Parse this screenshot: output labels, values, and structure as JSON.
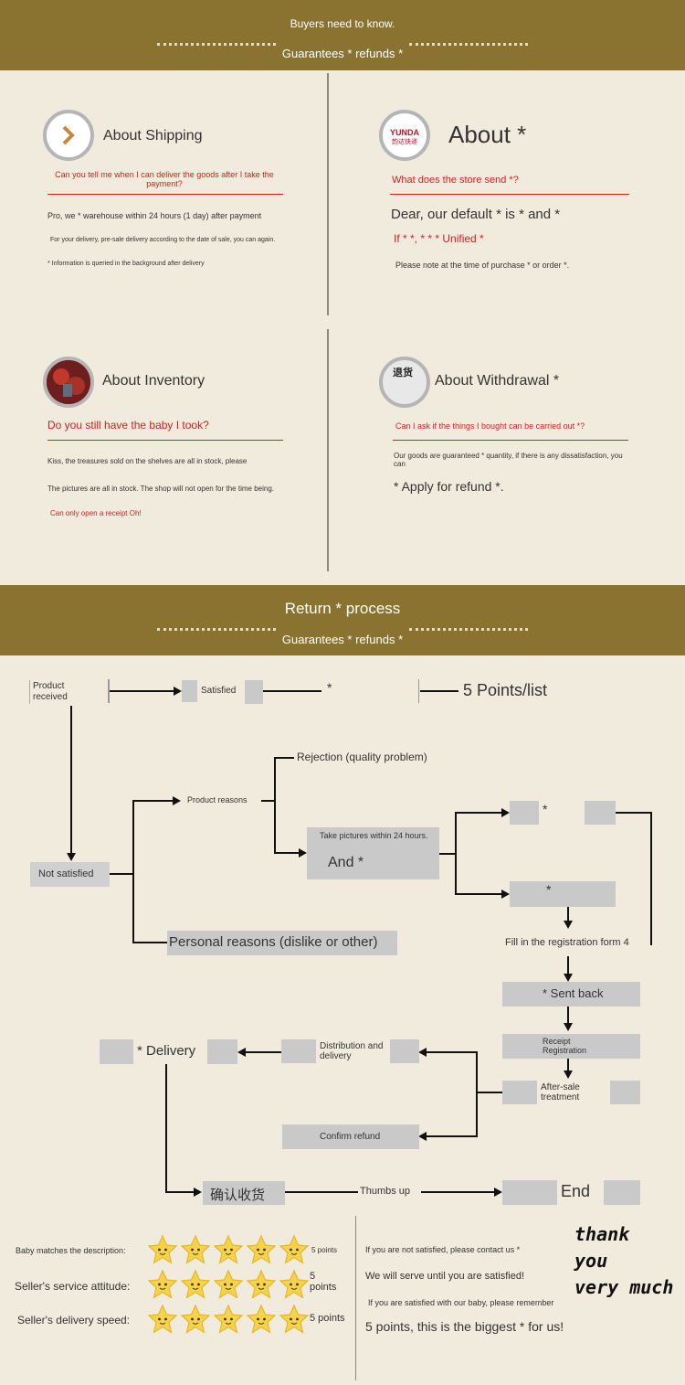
{
  "header": {
    "subtitle": "Buyers need to know.",
    "title": "Guarantees * refunds *"
  },
  "shipping": {
    "title": "About Shipping",
    "question": "Can you tell me when I can deliver the goods after I take the payment?",
    "line1": "Pro, we * warehouse within 24 hours (1 day) after payment",
    "line2": "For your delivery, pre-sale delivery according to the date of sale, you can again.",
    "line3": "* Information is queried in the background after delivery"
  },
  "express": {
    "logo_text1": "YUNDA",
    "logo_text2": "韵达快递",
    "title": "About *",
    "question": "What does the store send *?",
    "line1": "Dear, our default * is * and *",
    "line2": "If * *, * * * Unified *",
    "line3": "Please note at the time of purchase * or order *."
  },
  "inventory": {
    "title": "About Inventory",
    "question": "Do you still have the baby I took?",
    "line1": "Kiss, the treasures sold on the shelves are all in stock, please",
    "line2": "The pictures are all in stock. The shop will not open for the time being.",
    "line3": "Can only open a receipt Oh!"
  },
  "withdrawal": {
    "logo_text": "退货",
    "title": "About Withdrawal *",
    "question": "Can I ask if the things I bought can be carried out *?",
    "line1": "Our goods are guaranteed * quantity, if there is any dissatisfaction, you can",
    "line2": "* Apply for refund *."
  },
  "process_header": {
    "title": "Return * process",
    "subtitle": "Guarantees * refunds *"
  },
  "flow": {
    "product_received": "Product received",
    "satisfied": "Satisfied",
    "star_mark": "*",
    "five_points": "5 Points/list",
    "rejection": "Rejection (quality problem)",
    "product_reasons": "Product reasons",
    "take_pictures": "Take pictures within 24 hours.",
    "and_star": "And *",
    "not_satisfied": "Not satisfied",
    "personal_reasons": "Personal reasons (dislike or other)",
    "star_a": "*",
    "star_b": "*",
    "fill_form": "Fill in the registration form 4",
    "sent_back": "* Sent back",
    "receipt_registration": "Receipt Registration",
    "after_sale": "After-sale treatment",
    "delivery": "* Delivery",
    "distribution": "Distribution and delivery",
    "confirm_refund": "Confirm refund",
    "confirm_receipt": "确认收货",
    "thumbs_up": "Thumbs up",
    "end": "End"
  },
  "ratings": {
    "rows": [
      {
        "label": "Baby matches the description:",
        "value": "5 points",
        "stars": 5
      },
      {
        "label": "Seller's service attitude:",
        "value": "5 points",
        "stars": 5
      },
      {
        "label": "Seller's delivery speed:",
        "value": "5 points",
        "stars": 5
      }
    ]
  },
  "closing": {
    "line1": "If you are not satisfied, please contact us *",
    "line2": "We will serve until you are satisfied!",
    "line3": "If you are satisfied with our baby, please remember",
    "line4": "5 points, this is the biggest * for us!",
    "thanks": [
      "thank",
      "you",
      "very much"
    ]
  },
  "colors": {
    "banner": "#8a7330",
    "background": "#f1ebdd",
    "accent_red": "#d42020",
    "placeholder_gray": "#c9c9c9"
  }
}
